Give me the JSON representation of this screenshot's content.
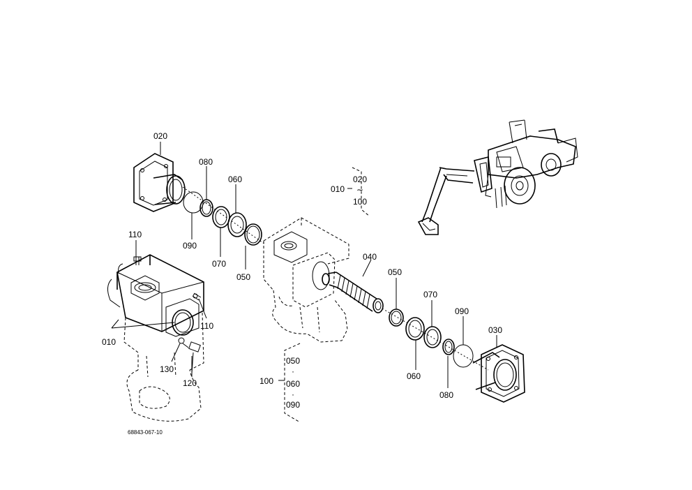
{
  "drawing_code": "68843-067-10",
  "callouts": {
    "c020": "020",
    "c080_top": "080",
    "c060_top": "060",
    "c090_left": "090",
    "c070_left": "070",
    "c050_left": "050",
    "c110_top": "110",
    "c110_right": "110",
    "c010_left": "010",
    "c130": "130",
    "c120": "120",
    "c040": "040",
    "c050_right": "050",
    "c070_right": "070",
    "c090_right": "090",
    "c030": "030",
    "c060_bottom": "060",
    "c080_bottom": "080"
  },
  "group_010": {
    "parent": "010",
    "first": "020",
    "range_mark": "∼",
    "last": "100"
  },
  "group_100": {
    "parent": "100",
    "items": [
      "050",
      "060",
      "090"
    ],
    "separator": "·"
  }
}
